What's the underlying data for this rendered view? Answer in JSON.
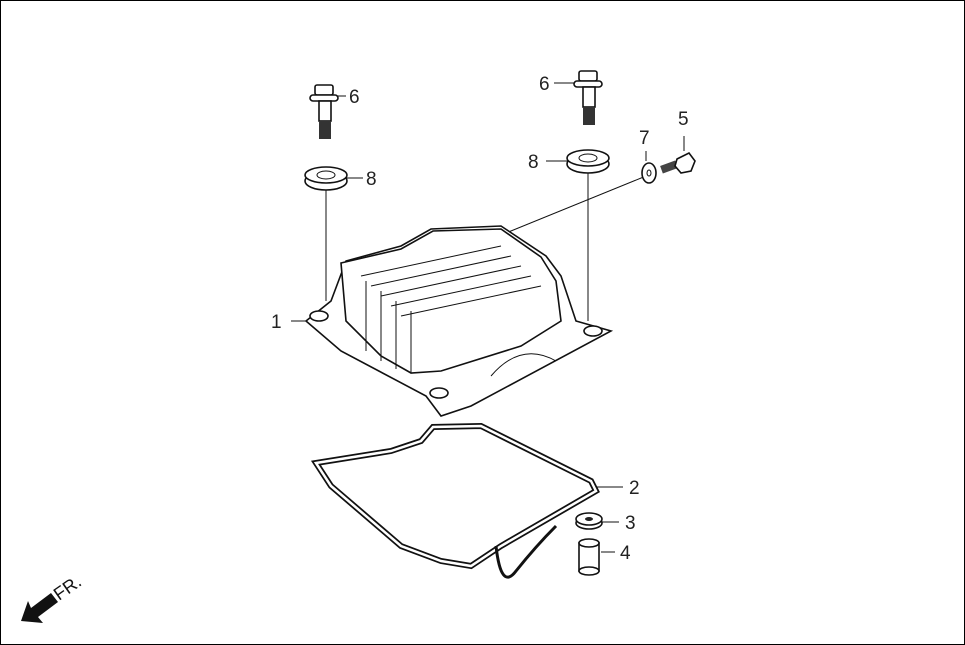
{
  "diagram": {
    "callouts": [
      {
        "number": "1"
      },
      {
        "number": "2"
      },
      {
        "number": "3"
      },
      {
        "number": "4"
      },
      {
        "number": "5"
      },
      {
        "number": "6"
      },
      {
        "number": "6"
      },
      {
        "number": "7"
      },
      {
        "number": "8"
      },
      {
        "number": "8"
      }
    ],
    "direction_label": "FR."
  }
}
